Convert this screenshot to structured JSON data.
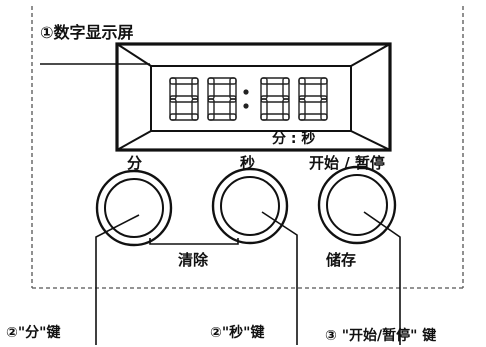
{
  "title": "①数字显示屏",
  "display": {
    "digits": "88:88",
    "unit_label": "分 : 秒"
  },
  "buttons": [
    {
      "top_label": "分"
    },
    {
      "top_label": "秒"
    },
    {
      "top_label": "开始 / 暂停"
    }
  ],
  "bottom_labels": {
    "clear": "清除",
    "store": "储存"
  },
  "callouts": {
    "minute_key": "②\"分\"键",
    "second_key": "②\"秒\"键",
    "start_pause_key": "③ \"开始/暂停\" 键"
  }
}
